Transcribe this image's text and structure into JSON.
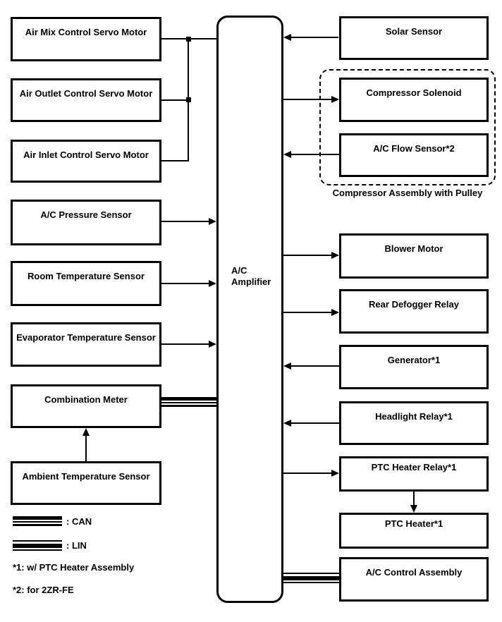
{
  "amplifier": {
    "label": "A/C\nAmplifier"
  },
  "boxes": {
    "left": [
      {
        "label": "Air Mix Control Servo Motor"
      },
      {
        "label": "Air Outlet Control Servo Motor"
      },
      {
        "label": "Air Inlet Control Servo Motor"
      },
      {
        "label": "A/C Pressure Sensor"
      },
      {
        "label": "Room Temperature Sensor"
      },
      {
        "label": "Evaporator Temperature Sensor"
      },
      {
        "label": "Combination Meter"
      },
      {
        "label": "Ambient Temperature Sensor"
      }
    ],
    "right": [
      {
        "label": "Solar Sensor"
      },
      {
        "label": "Compressor Solenoid"
      },
      {
        "label": "A/C Flow Sensor*2"
      },
      {
        "label": "Blower Motor"
      },
      {
        "label": "Rear Defogger Relay"
      },
      {
        "label": "Generator*1"
      },
      {
        "label": "Headlight Relay*1"
      },
      {
        "label": "PTC Heater Relay*1"
      },
      {
        "label": "PTC Heater*1"
      },
      {
        "label": "A/C Control Assembly"
      }
    ]
  },
  "compressor_group": {
    "caption": "Compressor Assembly with Pulley"
  },
  "legend": {
    "can_label": ": CAN",
    "lin_label": ": LIN",
    "footnote_1": "*1: w/ PTC Heater Assembly",
    "footnote_2": "*2: for 2ZR-FE"
  },
  "colors": {
    "line": "#000000",
    "background": "#ffffff"
  },
  "connections": [
    {
      "from": "Air Mix Control Servo Motor",
      "to": "A/C Amplifier",
      "style": "plain"
    },
    {
      "from": "Air Outlet Control Servo Motor",
      "to": "A/C Amplifier",
      "style": "plain"
    },
    {
      "from": "Air Inlet Control Servo Motor",
      "to": "A/C Amplifier",
      "style": "plain"
    },
    {
      "from": "Solar Sensor",
      "to": "A/C Amplifier",
      "style": "arrow"
    },
    {
      "from": "A/C Amplifier",
      "to": "Compressor Solenoid",
      "style": "arrow"
    },
    {
      "from": "A/C Flow Sensor*2",
      "to": "A/C Amplifier",
      "style": "arrow"
    },
    {
      "from": "A/C Pressure Sensor",
      "to": "A/C Amplifier",
      "style": "arrow"
    },
    {
      "from": "Room Temperature Sensor",
      "to": "A/C Amplifier",
      "style": "arrow"
    },
    {
      "from": "Evaporator Temperature Sensor",
      "to": "A/C Amplifier",
      "style": "arrow"
    },
    {
      "from": "Combination Meter",
      "to": "A/C Amplifier",
      "style": "CAN"
    },
    {
      "from": "Ambient Temperature Sensor",
      "to": "Combination Meter",
      "style": "arrow"
    },
    {
      "from": "A/C Amplifier",
      "to": "Blower Motor",
      "style": "arrow"
    },
    {
      "from": "A/C Amplifier",
      "to": "Rear Defogger Relay",
      "style": "arrow"
    },
    {
      "from": "Generator*1",
      "to": "A/C Amplifier",
      "style": "arrow"
    },
    {
      "from": "Headlight Relay*1",
      "to": "A/C Amplifier",
      "style": "arrow"
    },
    {
      "from": "A/C Amplifier",
      "to": "PTC Heater Relay*1",
      "style": "arrow"
    },
    {
      "from": "PTC Heater Relay*1",
      "to": "PTC Heater*1",
      "style": "arrow"
    },
    {
      "from": "A/C Amplifier",
      "to": "A/C Control Assembly",
      "style": "LIN"
    }
  ]
}
